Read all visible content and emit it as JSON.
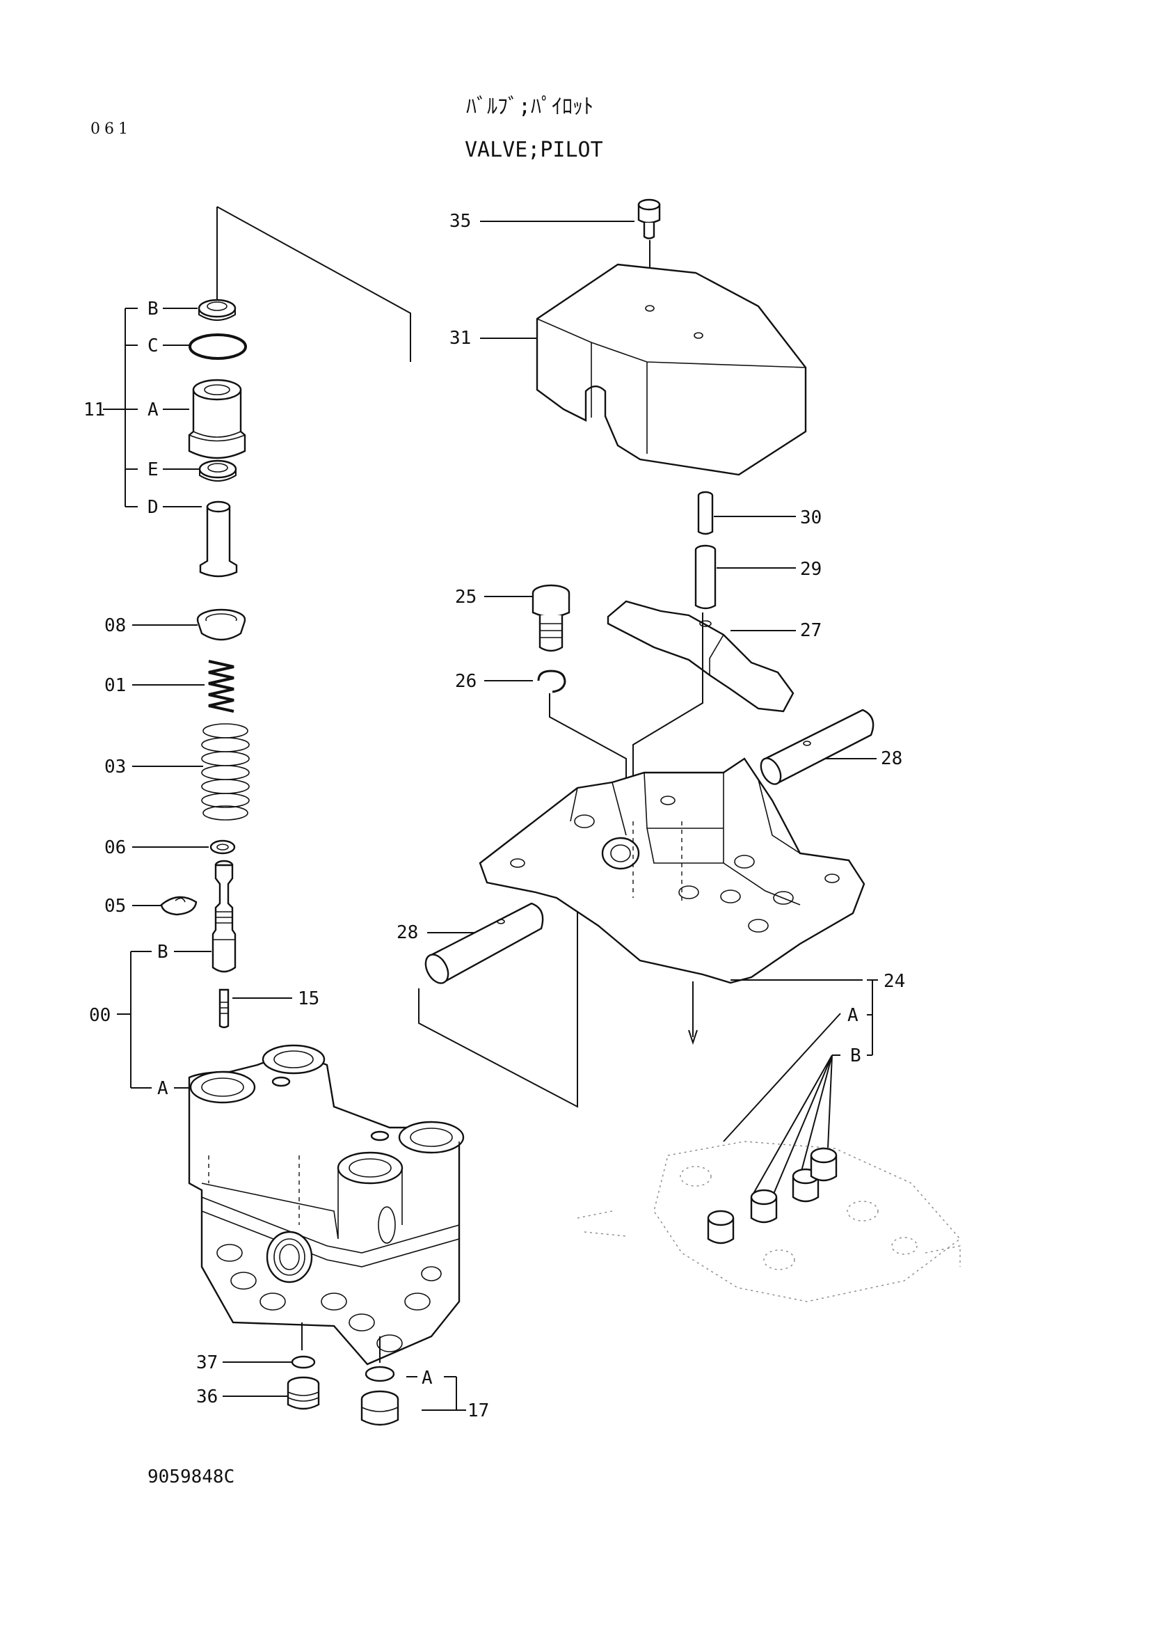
{
  "page": {
    "number": "061",
    "title_jp": "ﾊﾞﾙﾌﾞ;ﾊﾟｲﾛｯﾄ",
    "title_en": "VALVE;PILOT",
    "drawing_no": "9059848C"
  },
  "callouts": {
    "p35": "35",
    "p31": "31",
    "p30": "30",
    "p29": "29",
    "p25": "25",
    "p27": "27",
    "p26": "26",
    "p28a": "28",
    "p28b": "28",
    "p24": "24",
    "p24A": "A",
    "p24B": "B",
    "p11": "11",
    "p11B": "B",
    "p11C": "C",
    "p11A": "A",
    "p11E": "E",
    "p11D": "D",
    "p08": "08",
    "p01": "01",
    "p03": "03",
    "p06": "06",
    "p05": "05",
    "p00": "00",
    "p00B": "B",
    "p00A": "A",
    "p15": "15",
    "p37": "37",
    "p36": "36",
    "p17": "17",
    "p17A": "A"
  }
}
